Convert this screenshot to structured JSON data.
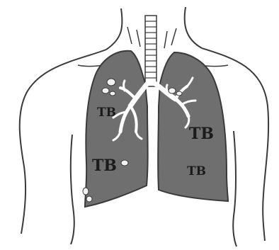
{
  "labels": {
    "left_upper": "TB",
    "left_lower": "TB",
    "right_upper": "TB",
    "right_lower": "TB"
  },
  "colors": {
    "background": "#ffffff",
    "outline": "#3a3a3a",
    "lung_fill": "#6f6f6f",
    "bronchi": "#ffffff",
    "lesion": "#f2f2f2",
    "label": "#1b1b1b"
  }
}
